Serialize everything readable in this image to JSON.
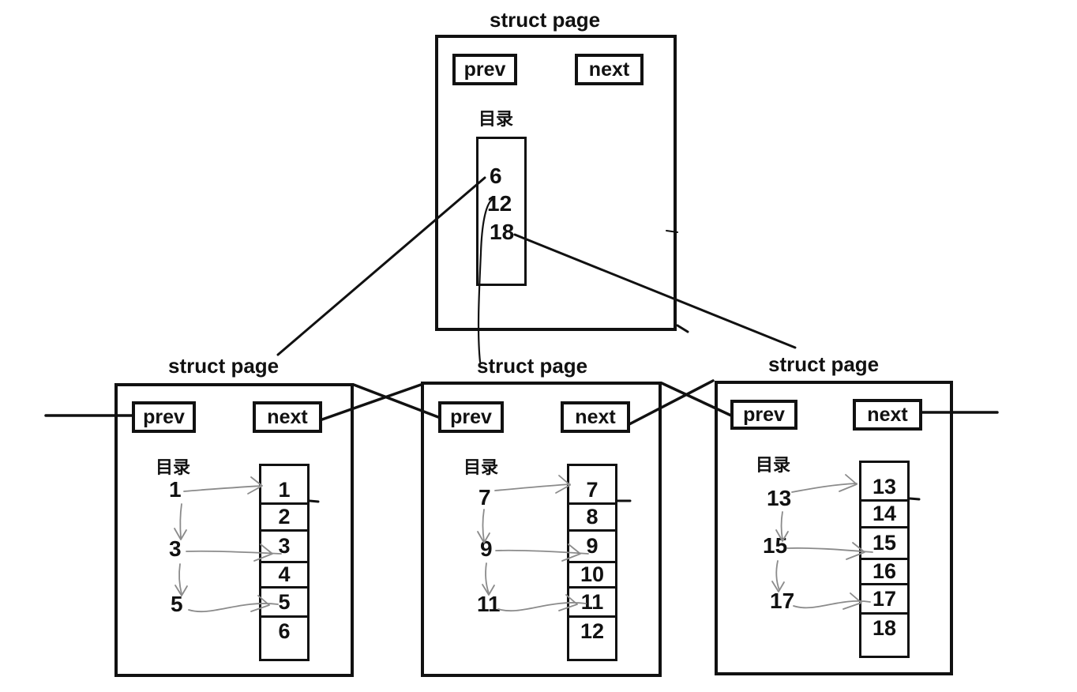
{
  "colors": {
    "ink": "#111111",
    "arrow": "#8b8b8b",
    "background": "#ffffff"
  },
  "diagram": {
    "top_page": {
      "title": "struct page",
      "prev": "prev",
      "next": "next",
      "directory_label": "目录",
      "directory_entries": [
        "6",
        "12",
        "18"
      ]
    },
    "left_page": {
      "title": "struct page",
      "prev": "prev",
      "next": "next",
      "directory_label": "目录",
      "directory_entries": [
        "1",
        "3",
        "5"
      ],
      "cells": [
        "1",
        "2",
        "3",
        "4",
        "5",
        "6"
      ]
    },
    "middle_page": {
      "title": "struct page",
      "prev": "prev",
      "next": "next",
      "directory_label": "目录",
      "directory_entries": [
        "7",
        "9",
        "11"
      ],
      "cells": [
        "7",
        "8",
        "9",
        "10",
        "11",
        "12"
      ]
    },
    "right_page": {
      "title": "struct page",
      "prev": "prev",
      "next": "next",
      "directory_label": "目录",
      "directory_entries": [
        "13",
        "15",
        "17"
      ],
      "cells": [
        "13",
        "14",
        "15",
        "16",
        "17",
        "18"
      ]
    }
  }
}
